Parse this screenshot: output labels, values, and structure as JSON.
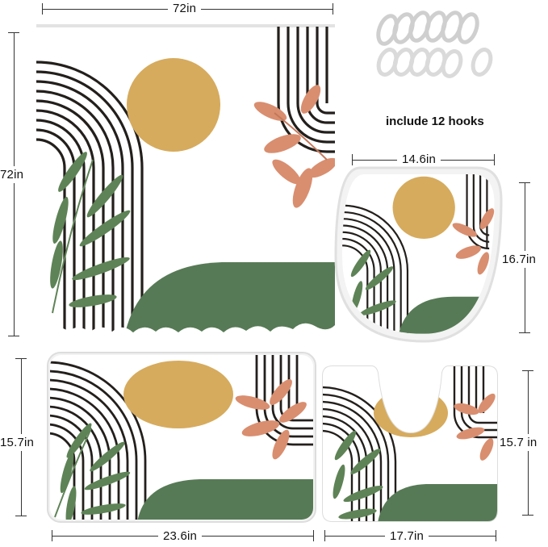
{
  "product": {
    "curtain": {
      "width_label": "72in",
      "height_label": "72in"
    },
    "lid_cover": {
      "width_label": "14.6in",
      "height_label": "16.7in"
    },
    "bath_mat": {
      "width_label": "23.6in",
      "height_label": "15.7in"
    },
    "contour_mat": {
      "width_label": "17.7in",
      "height_label": "15.7 in"
    },
    "hooks": {
      "caption": "include 12 hooks"
    }
  },
  "colors": {
    "sun": "#d6ab5d",
    "green": "#567a55",
    "leaf_green": "#5e8356",
    "terracotta": "#d98e6f",
    "stripes": "#231f1c",
    "dim_line": "#333333"
  }
}
